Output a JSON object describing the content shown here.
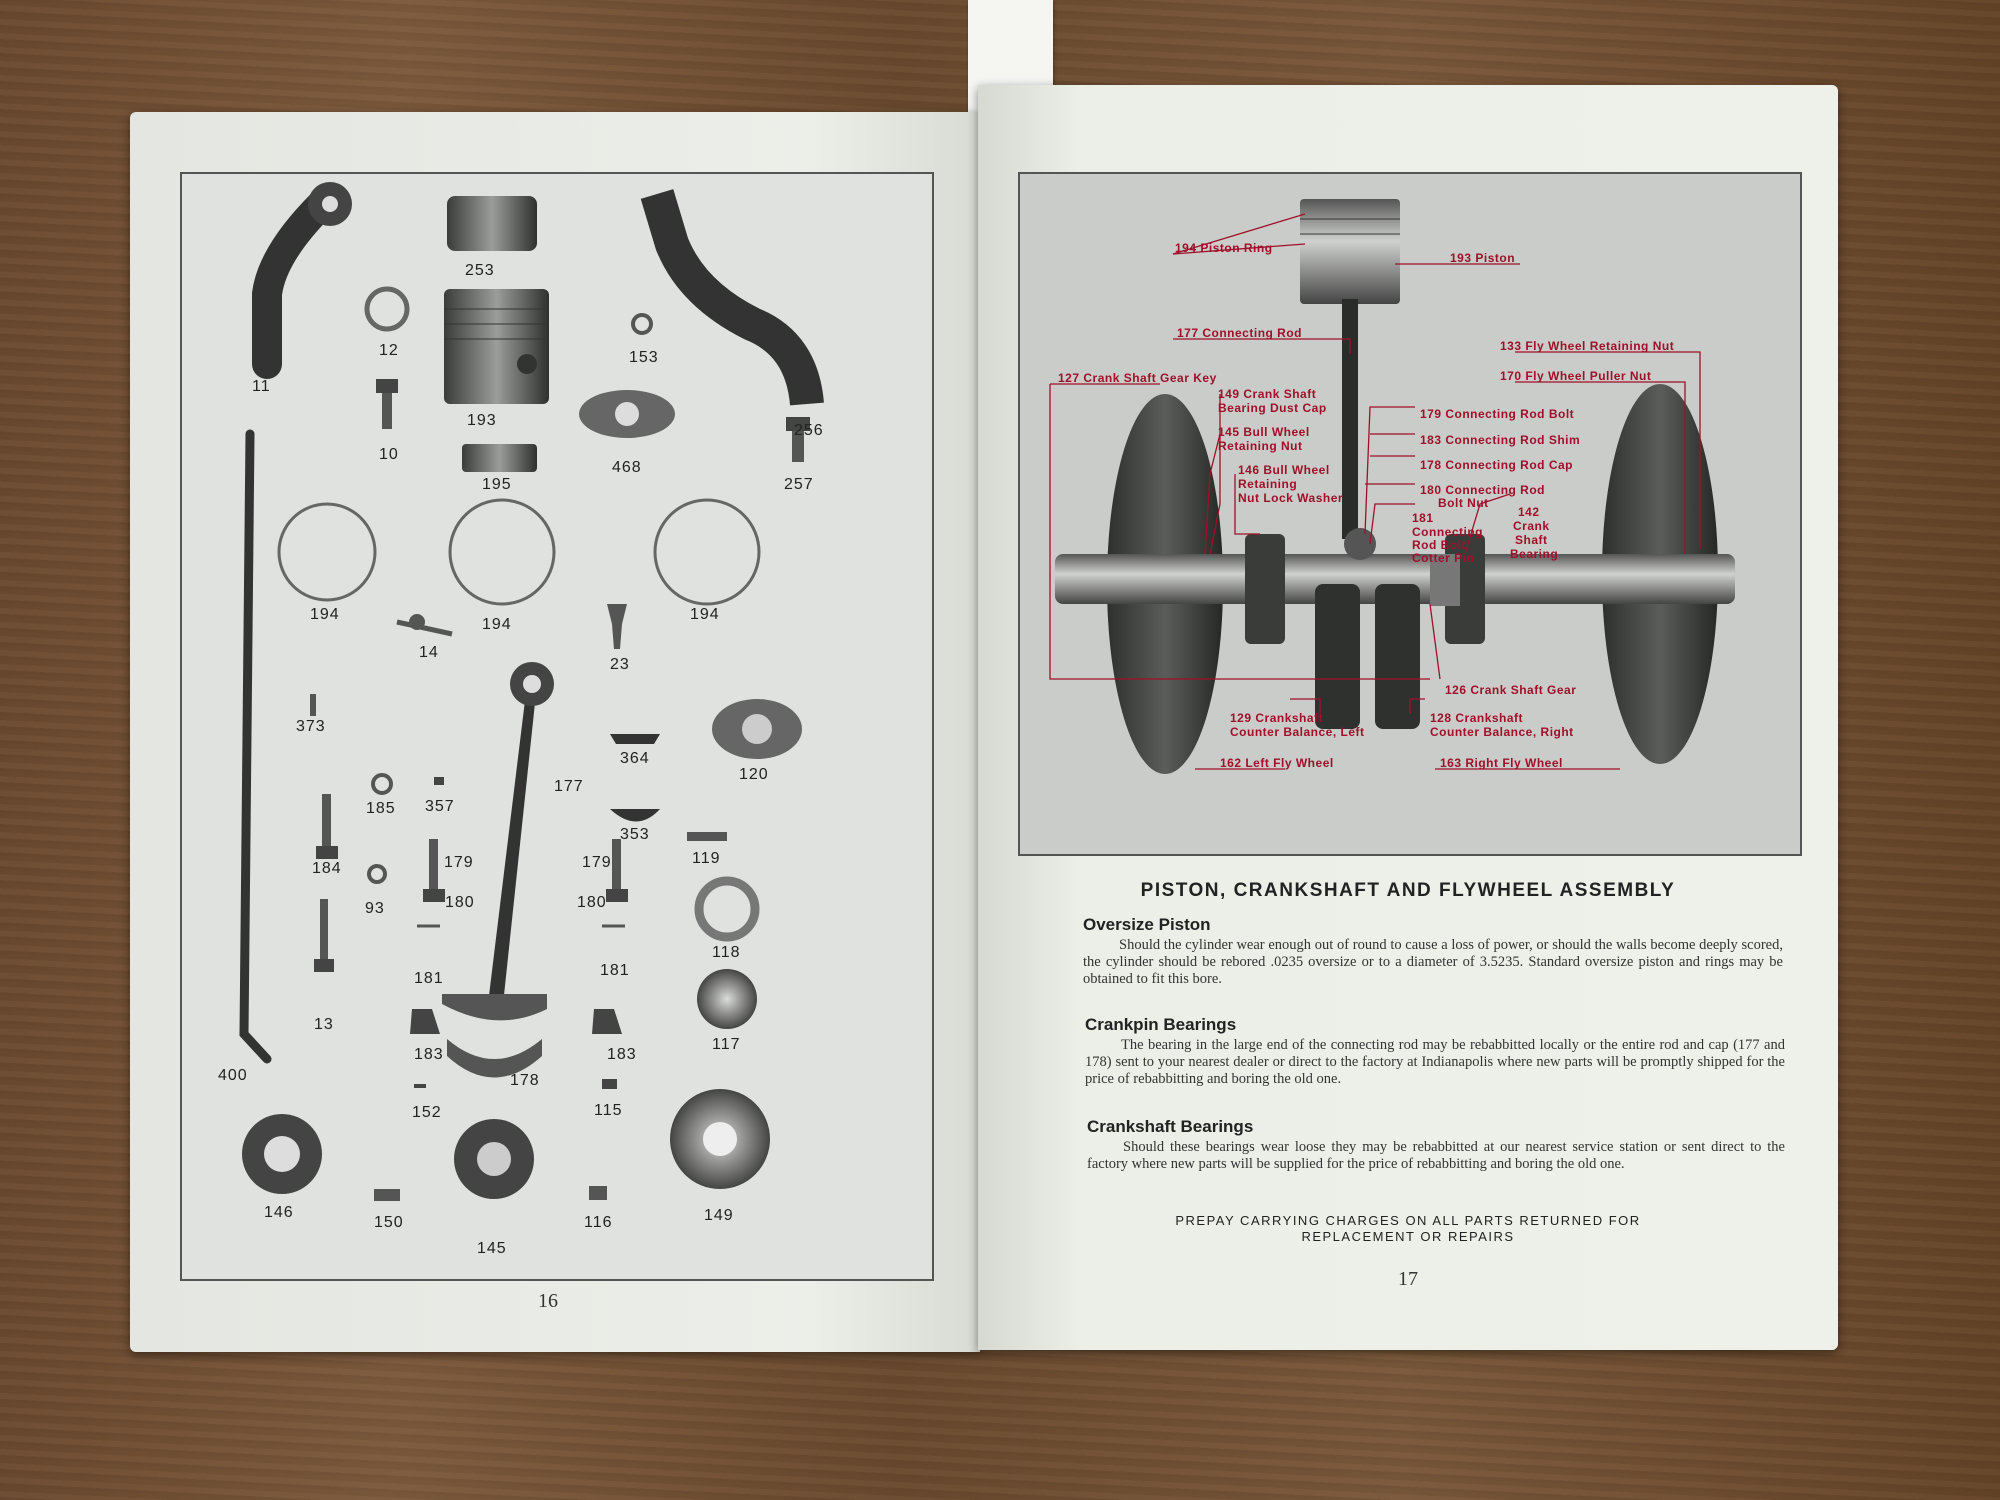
{
  "left_page": {
    "page_number": "16",
    "part_labels": [
      "11",
      "253",
      "12",
      "193",
      "153",
      "256",
      "10",
      "468",
      "257",
      "195",
      "400",
      "194",
      "194",
      "194",
      "14",
      "23",
      "373",
      "364",
      "120",
      "177",
      "185",
      "357",
      "353",
      "184",
      "179",
      "179",
      "119",
      "93",
      "180",
      "180",
      "118",
      "181",
      "181",
      "13",
      "117",
      "183",
      "183",
      "178",
      "152",
      "115",
      "146",
      "150",
      "145",
      "116",
      "149"
    ]
  },
  "right_page": {
    "page_number": "17",
    "callouts": {
      "piston_ring": "194  Piston Ring",
      "piston": "193  Piston",
      "connecting_rod": "177  Connecting Rod",
      "fly_wheel_retaining_nut": "133  Fly Wheel Retaining Nut",
      "fly_wheel_puller_nut": "170  Fly Wheel Puller Nut",
      "crank_shaft_gear_key": "127  Crank Shaft Gear Key",
      "bearing_dust_cap_1": "149  Crank Shaft",
      "bearing_dust_cap_2": "Bearing Dust Cap",
      "connecting_rod_bolt": "179  Connecting Rod Bolt",
      "bull_wheel_nut_1": "145  Bull Wheel",
      "bull_wheel_nut_2": "Retaining Nut",
      "connecting_rod_shim": "183  Connecting Rod Shim",
      "connecting_rod_cap": "178  Connecting Rod Cap",
      "lock_washer_1": "146  Bull Wheel",
      "lock_washer_2": "Retaining",
      "lock_washer_3": "Nut Lock Washer",
      "rod_bolt_nut_1": "180  Connecting Rod",
      "rod_bolt_nut_2": "Bolt Nut",
      "cotter_pin_1": "181",
      "cotter_pin_2": "Connecting",
      "cotter_pin_3": "Rod Bolt",
      "cotter_pin_4": "Cotter Pin",
      "shaft_bearing_1": "142",
      "shaft_bearing_2": "Crank",
      "shaft_bearing_3": "Shaft",
      "shaft_bearing_4": "Bearing",
      "crank_shaft_gear": "126  Crank Shaft Gear",
      "counter_left_1": "129  Crankshaft",
      "counter_left_2": "Counter Balance, Left",
      "counter_right_1": "128  Crankshaft",
      "counter_right_2": "Counter Balance, Right",
      "left_fly_wheel": "162  Left Fly Wheel",
      "right_fly_wheel": "163  Right Fly Wheel"
    },
    "title": "PISTON, CRANKSHAFT AND FLYWHEEL ASSEMBLY",
    "sections": [
      {
        "heading": "Oversize Piston",
        "body": "Should the cylinder wear enough out of round to cause a loss of power, or should the walls become deeply scored, the cylinder should be rebored .0235 oversize or to a diameter of 3.5235. Standard oversize piston and rings may be obtained to fit this bore."
      },
      {
        "heading": "Crankpin Bearings",
        "body": "The bearing in the large end of the connecting rod may be rebabbitted locally or the entire rod and cap (177 and 178) sent to your nearest dealer or direct to the factory at Indianapolis where new parts will be promptly shipped for the price of rebabbitting and boring the old one."
      },
      {
        "heading": "Crankshaft Bearings",
        "body": "Should these bearings wear loose they may be rebabbitted at our nearest service station or sent direct to the factory where new parts will be supplied for the price of rebabbitting and boring the old one."
      }
    ],
    "notice_line1": "PREPAY CARRYING CHARGES ON ALL PARTS RETURNED FOR",
    "notice_line2": "REPLACEMENT OR REPAIRS"
  }
}
